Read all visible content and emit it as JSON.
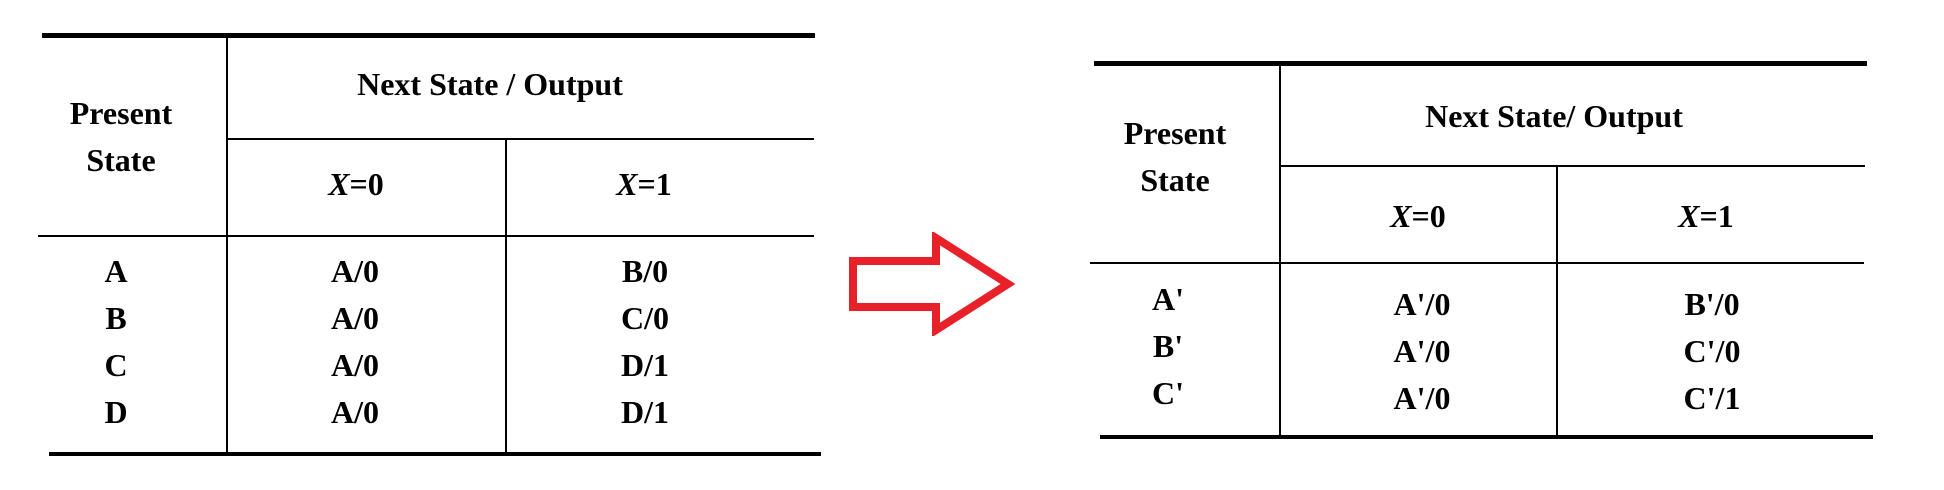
{
  "tables": [
    {
      "header_present": [
        "Present",
        "State"
      ],
      "header_next": "Next State / Output",
      "col_x0": {
        "var": "X",
        "val": "=0"
      },
      "col_x1": {
        "var": "X",
        "val": "=1"
      },
      "rows": [
        {
          "state": "A",
          "x0": "A/0",
          "x1": "B/0"
        },
        {
          "state": "B",
          "x0": "A/0",
          "x1": "C/0"
        },
        {
          "state": "C",
          "x0": "A/0",
          "x1": "D/1"
        },
        {
          "state": "D",
          "x0": "A/0",
          "x1": "D/1"
        }
      ]
    },
    {
      "header_present": [
        "Present",
        "State"
      ],
      "header_next": "Next State/ Output",
      "col_x0": {
        "var": "X",
        "val": "=0"
      },
      "col_x1": {
        "var": "X",
        "val": "=1"
      },
      "rows": [
        {
          "state": "A'",
          "x0": "A'/0",
          "x1": "B'/0"
        },
        {
          "state": "B'",
          "x0": "A'/0",
          "x1": "C'/0"
        },
        {
          "state": "C'",
          "x0": "A'/0",
          "x1": "C'/1"
        }
      ]
    }
  ],
  "arrow_color": "#e8202a"
}
